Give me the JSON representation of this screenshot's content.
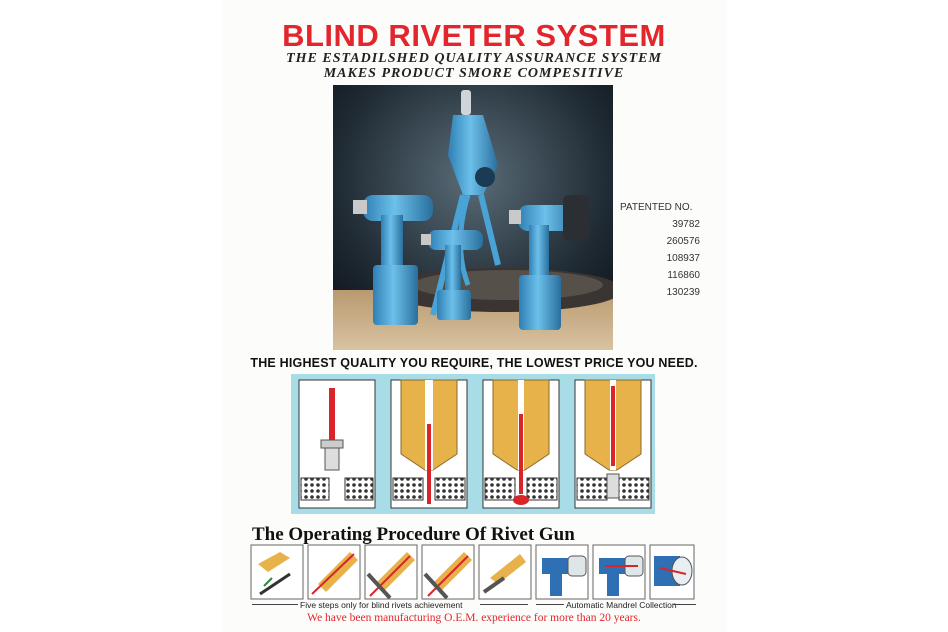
{
  "header": {
    "title": "BLIND RIVETER SYSTEM",
    "subtitle_line1": "THE ESTADILSHED QUALITY ASSURANCE SYSTEM",
    "subtitle_line2": "MAKES PRODUCT SMORE COMPESITIVE"
  },
  "patent": {
    "label": "PATENTED NO.",
    "numbers": [
      "39782",
      "260576",
      "108937",
      "116860",
      "130239"
    ]
  },
  "tagline": "THE HIGHEST QUALITY YOU REQUIRE, THE LOWEST PRICE YOU NEED.",
  "procedure": {
    "title": "The Operating Procedure Of Rivet Gun",
    "caption_steps": "Five steps only for blind rivets achievement",
    "caption_collection": "Automatic Mandrel Collection"
  },
  "footer": "We have been manufacturing O.E.M. experience for more than 20 years.",
  "colors": {
    "title_red": "#e3262d",
    "tool_blue": "#4aa3d6",
    "panel_cyan": "#a8dde8",
    "nose_orange": "#e8b24a",
    "mandrel_red": "#d9252a"
  }
}
